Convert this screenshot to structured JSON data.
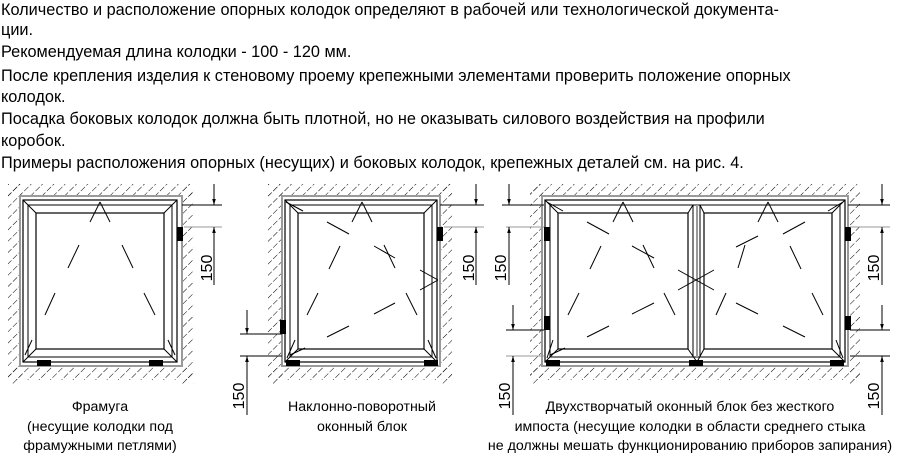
{
  "text": {
    "line1": "Количество и расположение опорных колодок определяют в рабочей или технологической документа-",
    "line1b": "ции.",
    "line2": "Рекомендуемая длина колодки - 100 - 120 мм.",
    "line3": "После крепления изделия к стеновому проему крепежными элементами проверить положение опорных",
    "line3b": "колодок.",
    "line4": "Посадка боковых колодок должна быть плотной, но не оказывать силового воздействия на профили",
    "line4b": "коробок.",
    "line5": "Примеры расположения опорных (несущих) и боковых колодок, крепежных деталей см. на рис. 4."
  },
  "figures": [
    {
      "name": "framuga",
      "caption": [
        "Фрамуга",
        "(несущие колодки под",
        "фрамужными петлями)"
      ],
      "dimension": "150"
    },
    {
      "name": "tilt-turn",
      "caption": [
        "Наклонно-поворотный",
        "оконный блок"
      ],
      "dimension_right": "150",
      "dimension_left": "150"
    },
    {
      "name": "double-sash",
      "caption": [
        "Двухстворчатый оконный блок без жесткого",
        "импоста (несущие колодки в области среднего стыка",
        "не должны мешать функционированию приборов запирания)"
      ],
      "dimension_left_top": "150",
      "dimension_left_bottom": "150",
      "dimension_right_top": "150",
      "dimension_right_bottom": "150"
    }
  ],
  "colors": {
    "line": "#000000",
    "frame_gray": "#9a9a9a",
    "block": "#000000"
  }
}
